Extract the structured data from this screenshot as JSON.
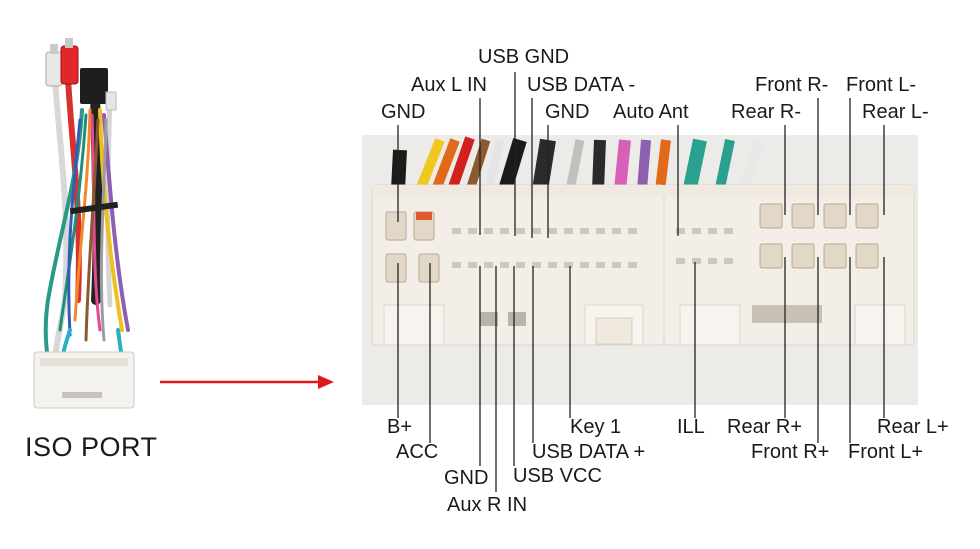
{
  "left_caption": "ISO PORT",
  "top_labels": {
    "usb_gnd": "USB GND",
    "aux_l_in": "Aux L IN",
    "usb_data_minus": "USB DATA -",
    "gnd_left": "GND",
    "gnd_mid": "GND",
    "auto_ant": "Auto Ant",
    "front_r_minus": "Front R-",
    "front_l_minus": "Front L-",
    "rear_r_minus": "Rear R-",
    "rear_l_minus": "Rear L-"
  },
  "bottom_labels": {
    "b_plus": "B+",
    "acc": "ACC",
    "key1": "Key 1",
    "usb_data_plus": "USB DATA +",
    "usb_vcc": "USB VCC",
    "gnd_bottom": "GND",
    "aux_r_in": "Aux R IN",
    "ill": "ILL",
    "rear_r_plus": "Rear R+",
    "front_r_plus": "Front R+",
    "front_l_plus": "Front L+",
    "rear_l_plus": "Rear L+"
  },
  "colors": {
    "arrow": "#e0181c",
    "connector": "#f3efe8",
    "pointer_line": "#222222"
  },
  "icons": [
    "iso-harness-photo",
    "connector-photo",
    "red-arrow"
  ]
}
